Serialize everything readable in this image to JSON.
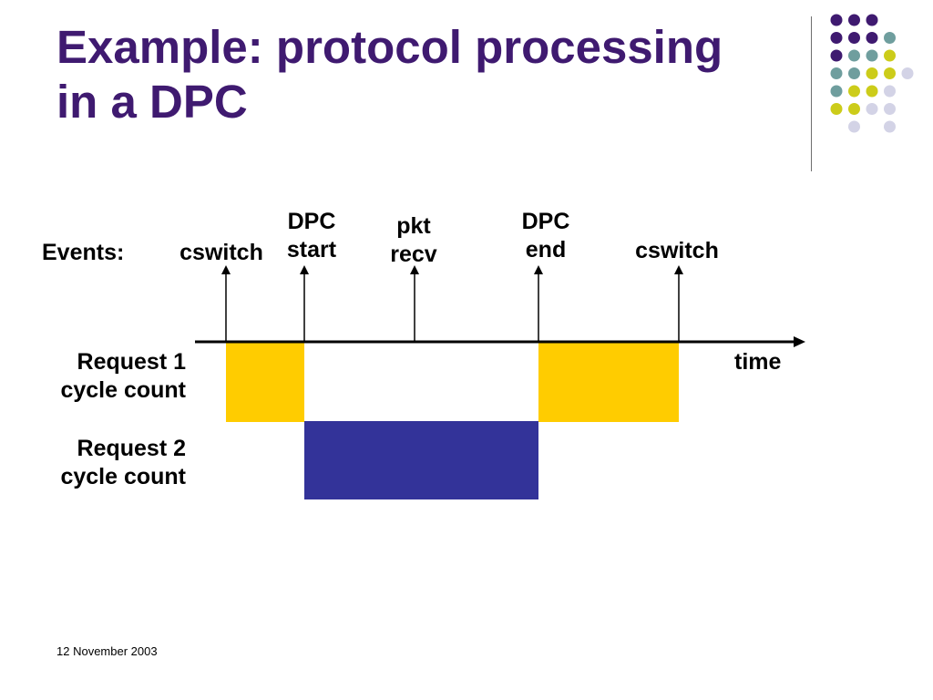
{
  "slide": {
    "title_line1": "Example: protocol processing",
    "title_line2": "in a DPC",
    "footer_date": "12 November 2003"
  },
  "diagram": {
    "events_label": "Events:",
    "time_label": "time",
    "events": [
      {
        "line1": "cswitch",
        "line2": ""
      },
      {
        "line1": "DPC",
        "line2": "start"
      },
      {
        "line1": "pkt",
        "line2": "recv"
      },
      {
        "line1": "DPC",
        "line2": "end"
      },
      {
        "line1": "cswitch",
        "line2": ""
      }
    ],
    "rows": [
      {
        "line1": "Request 1",
        "line2": "cycle count"
      },
      {
        "line1": "Request 2",
        "line2": "cycle count"
      }
    ]
  },
  "colors": {
    "title": "#3f1a70",
    "request1_fill": "#ffcc00",
    "request2_fill": "#333399",
    "dot_purple": "#3f1a70",
    "dot_teal": "#6f9e9e",
    "dot_yellow": "#cccc1a",
    "dot_lavender": "#d3d3e6"
  },
  "decor": {
    "dot_grid": [
      [
        "purple",
        "purple",
        "purple",
        "none",
        "none"
      ],
      [
        "purple",
        "purple",
        "purple",
        "teal",
        "none"
      ],
      [
        "purple",
        "teal",
        "teal",
        "yellow",
        "none"
      ],
      [
        "teal",
        "teal",
        "yellow",
        "yellow",
        "lavender"
      ],
      [
        "teal",
        "yellow",
        "yellow",
        "lavender",
        "none"
      ],
      [
        "yellow",
        "yellow",
        "lavender",
        "lavender",
        "none"
      ],
      [
        "none",
        "lavender",
        "none",
        "lavender",
        "none"
      ]
    ]
  }
}
